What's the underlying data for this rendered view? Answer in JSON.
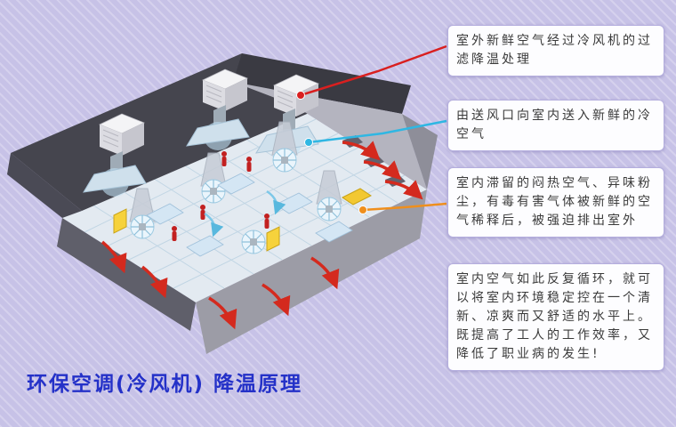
{
  "page": {
    "background_base": "#c7c2e7",
    "background_stripe": "#d4d0ef"
  },
  "title": {
    "text": "环保空调(冷风机) 降温原理",
    "color": "#2431c8"
  },
  "callouts": [
    {
      "text": "室外新鲜空气经过冷风机的过滤降温处理",
      "line_color": "#d91f1f"
    },
    {
      "text": "由送风口向室内送入新鲜的冷空气",
      "line_color": "#2fb7e3"
    },
    {
      "text": "室内滞留的闷热空气、异味粉尘，有毒有害气体被新鲜的空气稀释后，被强迫排出室外",
      "line_color": "#ef8f1d"
    },
    {
      "text": "室内空气如此反复循环，就可以将室内环境稳定控在一个清新、凉爽而又舒适的水平上。既提高了工人的工作效率，又降低了职业病的发生!"
    }
  ],
  "illustration": {
    "name": "evaporative-cooler-factory-cutaway"
  }
}
